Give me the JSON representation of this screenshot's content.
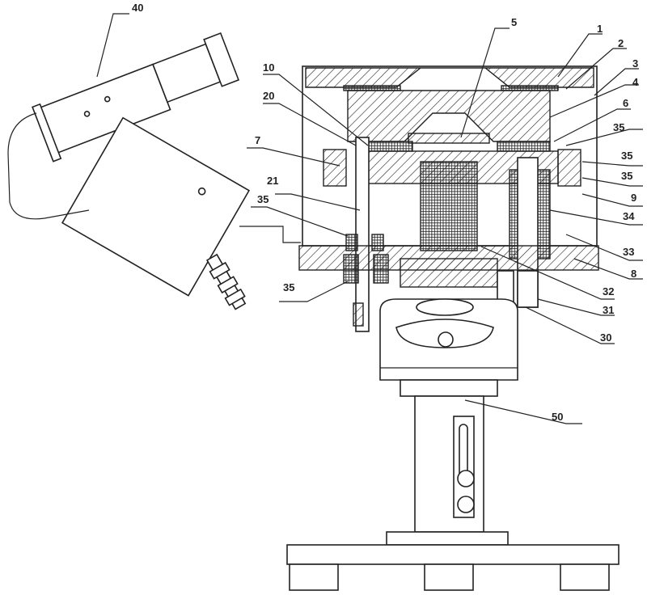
{
  "figure": {
    "type": "patent mechanical assembly drawing (cross-section with side-mounted device and stand)",
    "colors": {
      "line": "#222222",
      "background": "#ffffff"
    }
  },
  "reference_numerals": [
    {
      "id": "n1",
      "label": "1"
    },
    {
      "id": "n2",
      "label": "2"
    },
    {
      "id": "n3",
      "label": "3"
    },
    {
      "id": "n4",
      "label": "4"
    },
    {
      "id": "n5",
      "label": "5"
    },
    {
      "id": "n6",
      "label": "6"
    },
    {
      "id": "n7",
      "label": "7"
    },
    {
      "id": "n8",
      "label": "8"
    },
    {
      "id": "n9",
      "label": "9"
    },
    {
      "id": "n10",
      "label": "10"
    },
    {
      "id": "n20",
      "label": "20"
    },
    {
      "id": "n21",
      "label": "21"
    },
    {
      "id": "n30",
      "label": "30"
    },
    {
      "id": "n31",
      "label": "31"
    },
    {
      "id": "n32",
      "label": "32"
    },
    {
      "id": "n33",
      "label": "33"
    },
    {
      "id": "n34",
      "label": "34"
    },
    {
      "id": "n35a",
      "label": "35"
    },
    {
      "id": "n35b",
      "label": "35"
    },
    {
      "id": "n35c",
      "label": "35"
    },
    {
      "id": "n35d",
      "label": "35"
    },
    {
      "id": "n35e",
      "label": "35"
    },
    {
      "id": "n40",
      "label": "40"
    },
    {
      "id": "n50",
      "label": "50"
    }
  ]
}
